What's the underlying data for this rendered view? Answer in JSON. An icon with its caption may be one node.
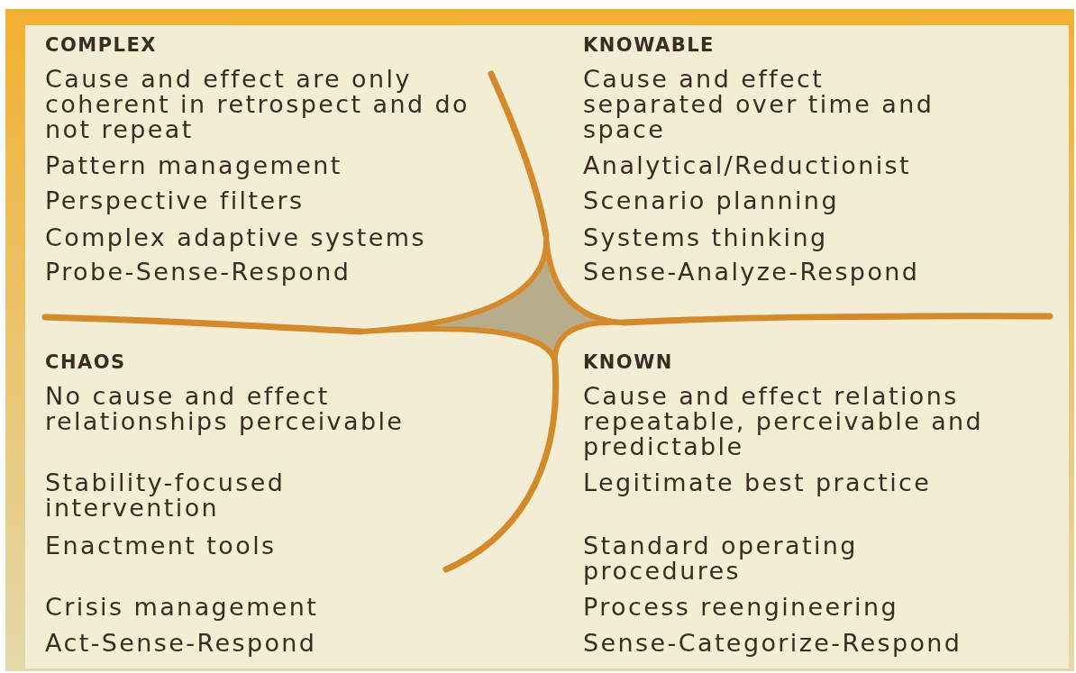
{
  "diagram": {
    "labels": [
      "COMPLEX",
      "Cause and effect are only coherent in retrospect and do not repeat",
      "Pattern management",
      "Perspective filters",
      "Complex adaptive systems",
      "Probe-Sense-Respond",
      "KNOWABLE",
      "Cause and effect separated over time and space",
      "Analytical/Reductionist",
      "Scenario planning",
      "Systems thinking",
      "Sense-Analyze-Respond",
      "CHAOS",
      "No cause and effect relationships perceivable",
      "Stability-focused intervention",
      "Enactment tools",
      "Crisis management",
      "Act-Sense-Respond",
      "KNOWN",
      "Cause and effect relations repeatable, perceivable and predictable",
      "Legitimate best practice",
      "Standard operating procedures",
      "Process reengineering",
      "Sense-Categorize-Respond"
    ]
  }
}
